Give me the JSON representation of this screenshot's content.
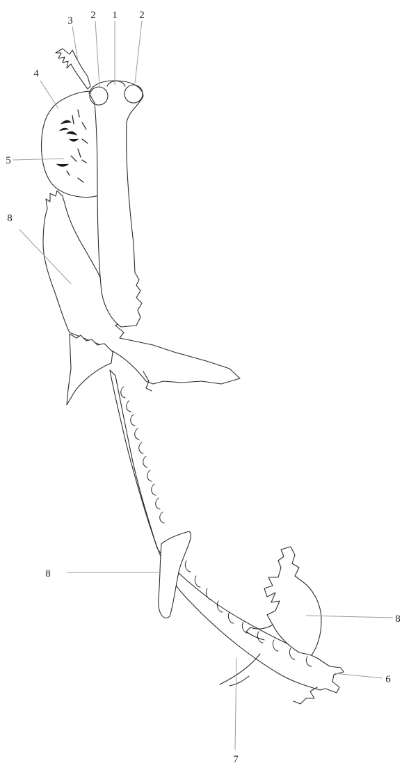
{
  "labels": {
    "l1": "1",
    "l2a": "2",
    "l2b": "2",
    "l3": "3",
    "l4": "4",
    "l5": "5",
    "l6": "6",
    "l7": "7",
    "l8a": "8",
    "l8b": "8",
    "l8c": "8"
  }
}
